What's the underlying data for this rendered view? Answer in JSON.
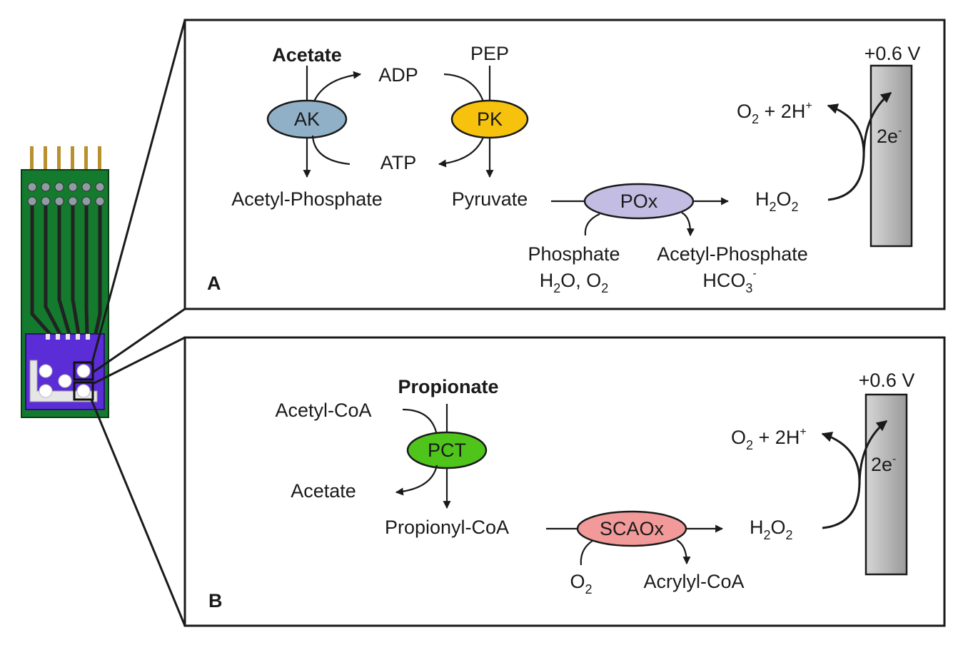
{
  "colors": {
    "board_green": "#147a2e",
    "board_purple": "#5a2dd6",
    "pin_gold": "#b8902e",
    "pad_grey": "#8f9ca3",
    "ak": "#8fb0c6",
    "pk": "#f6c20d",
    "pox": "#c3bde3",
    "pct": "#4fc51c",
    "scaox": "#f29a9a",
    "electrode_light": "#d6d6d6",
    "electrode_dark": "#9a9a9a"
  },
  "panelA": {
    "label": "A",
    "substrate": "Acetate",
    "enzyme1": "AK",
    "enzyme2": "PK",
    "enzyme3": "POx",
    "adp": "ADP",
    "pep": "PEP",
    "atp": "ATP",
    "acetyl_phosphate_1": "Acetyl-Phosphate",
    "pyruvate": "Pyruvate",
    "h2o2": {
      "h": "H",
      "s1": "2",
      "o": "O",
      "s2": "2"
    },
    "phosphate": "Phosphate",
    "h2o_o2": {
      "a": "H",
      "s1": "2",
      "b": "O, O",
      "s2": "2"
    },
    "acetyl_phosphate_2": "Acetyl-Phosphate",
    "hco3": {
      "main": "HCO",
      "sub": "3",
      "sup": "-"
    },
    "o2_2h": {
      "o": "O",
      "sub": "2",
      "rest": " + 2H",
      "sup": "+"
    },
    "two_e": {
      "main": "2e",
      "sup": "-"
    },
    "voltage": "+0.6 V"
  },
  "panelB": {
    "label": "B",
    "substrate": "Propionate",
    "enzyme1": "PCT",
    "enzyme2": "SCAOx",
    "acetyl_coa": "Acetyl-CoA",
    "acetate": "Acetate",
    "propionyl_coa": "Propionyl-CoA",
    "h2o2": {
      "h": "H",
      "s1": "2",
      "o": "O",
      "s2": "2"
    },
    "o2": {
      "o": "O",
      "sub": "2"
    },
    "acrylyl_coa": "Acrylyl-CoA",
    "o2_2h": {
      "o": "O",
      "sub": "2",
      "rest": " + 2H",
      "sup": "+"
    },
    "two_e": {
      "main": "2e",
      "sup": "-"
    },
    "voltage": "+0.6 V"
  }
}
